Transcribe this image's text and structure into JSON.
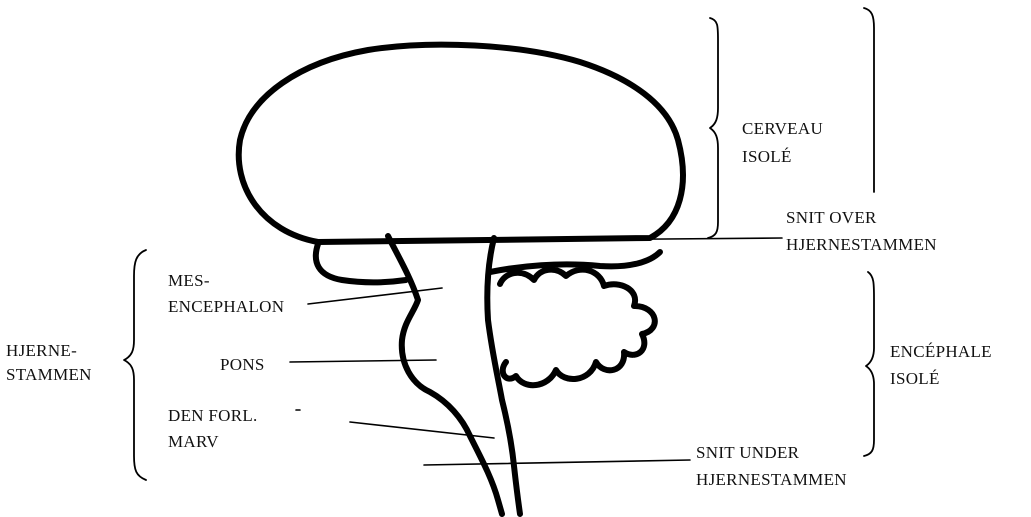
{
  "labels": {
    "cerveau_line1": "CERVEAU",
    "cerveau_line2": "ISOLÉ",
    "snit_over_line1": "SNIT OVER",
    "snit_over_line2": "HJERNESTAMMEN",
    "mes_line1": "MES-",
    "mes_line2": "ENCEPHALON",
    "hjerne_line1": "HJERNE-",
    "hjerne_line2": "STAMMEN",
    "pons": "PONS",
    "encephale_line1": "ENCÉPHALE",
    "encephale_line2": "ISOLÉ",
    "marv_line1": "DEN FORL.",
    "marv_line2": "MARV",
    "snit_under_line1": "SNIT UNDER",
    "snit_under_line2": "HJERNESTAMMEN"
  }
}
